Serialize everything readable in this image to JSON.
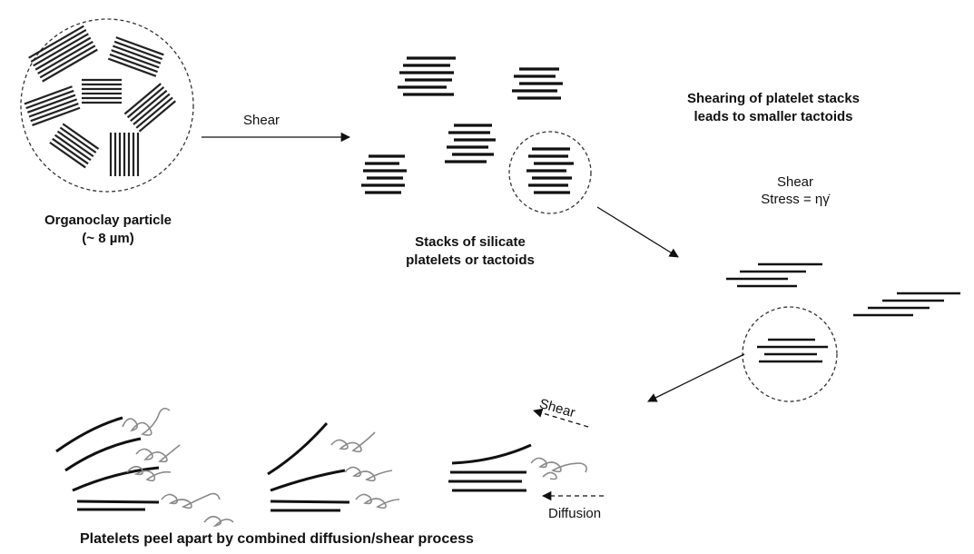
{
  "labels": {
    "organoclay_line1": "Organoclay particle",
    "organoclay_line2": "(~ 8 µm)",
    "shear_arrow": "Shear",
    "stacks_line1": "Stacks of silicate",
    "stacks_line2": "platelets or tactoids",
    "shearing_line1": "Shearing of platelet stacks",
    "shearing_line2": "leads to smaller tactoids",
    "shear_stress_line1": "Shear",
    "shear_stress_line2": "Stress = ηγ̇",
    "shear_small": "Shear",
    "diffusion": "Diffusion",
    "bottom_caption": "Platelets peel apart by combined diffusion/shear process"
  },
  "colors": {
    "ink": "#111111",
    "polymer": "#8a8a8a"
  }
}
